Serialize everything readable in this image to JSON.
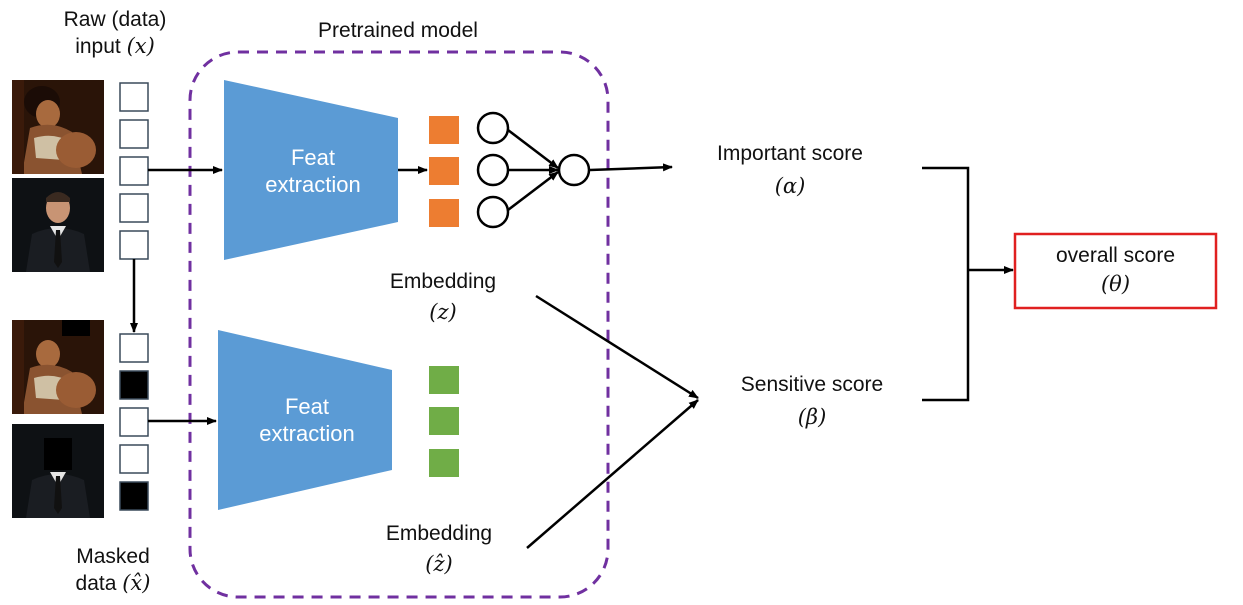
{
  "labels": {
    "raw_input_line1": "Raw (data)",
    "raw_input_line2": "input",
    "raw_input_symbol": "(𝑥)",
    "pretrained_model": "Pretrained model",
    "feat_extraction_top_line1": "Feat",
    "feat_extraction_top_line2": "extraction",
    "feat_extraction_bottom_line1": "Feat",
    "feat_extraction_bottom_line2": "extraction",
    "embedding_top": "Embedding",
    "embedding_top_symbol": "(𝑧)",
    "embedding_bottom": "Embedding",
    "embedding_bottom_symbol": "(𝑧̂)",
    "masked_data_line1": "Masked",
    "masked_data_line2": "data",
    "masked_data_symbol": "(𝑥̂)",
    "important_score": "Important score",
    "important_score_symbol": "(𝛼)",
    "sensitive_score": "Sensitive score",
    "sensitive_score_symbol": "(𝛽)",
    "overall_score": "overall score",
    "overall_score_symbol": "(𝜃)"
  },
  "colors": {
    "feature_extractor": "#5b9bd5",
    "top_embedding": "#ed7d31",
    "bottom_embedding": "#70ad47",
    "model_border": "#7030a0",
    "overall_score_border": "#e02020",
    "masked_cell": "#000000"
  },
  "raw_input_cells": [
    "empty",
    "empty",
    "empty",
    "empty",
    "empty"
  ],
  "masked_input_cells": [
    "empty",
    "masked",
    "empty",
    "empty",
    "masked"
  ],
  "icons": [
    "photo-woman-icon",
    "photo-man-suit-icon",
    "photo-woman-masked-icon",
    "photo-man-masked-icon"
  ]
}
